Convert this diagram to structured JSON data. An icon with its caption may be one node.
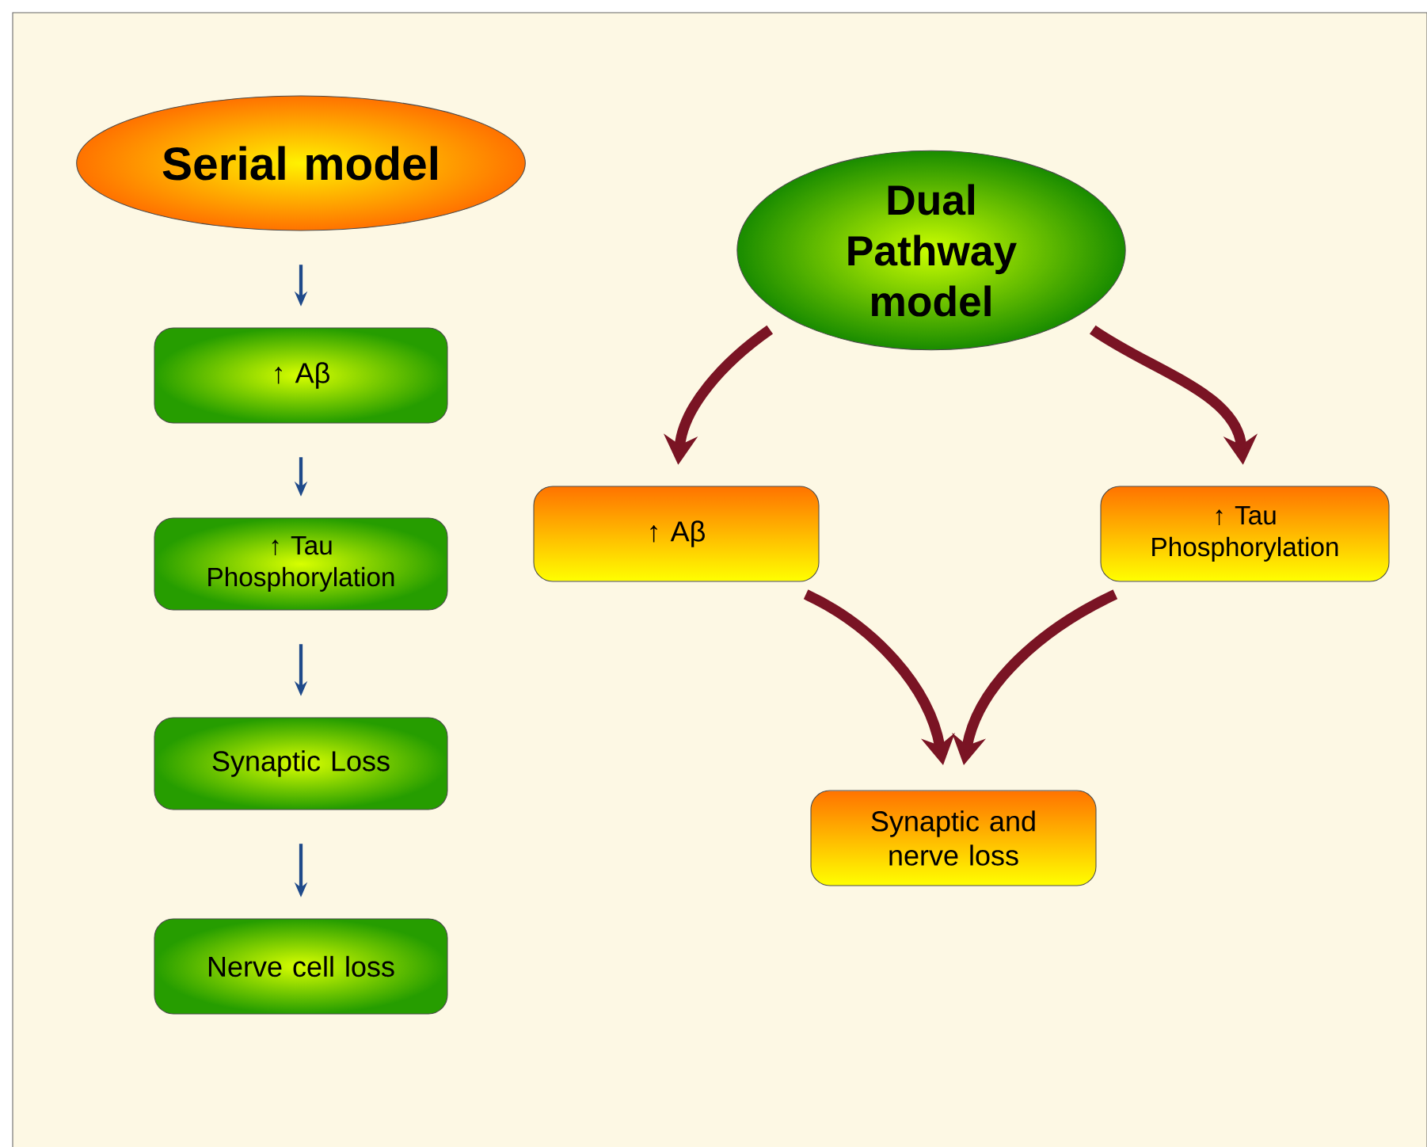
{
  "diagram": {
    "nodes": [
      {
        "text": [
          "Serial model"
        ]
      },
      {
        "text": [
          "↑ Aβ"
        ]
      },
      {
        "text": [
          "↑ Tau Phosphorylation"
        ]
      },
      {
        "text": [
          "Synaptic Loss"
        ]
      },
      {
        "text": [
          "Nerve cell loss"
        ]
      },
      {
        "text": [
          "Dual Pathway model"
        ]
      },
      {
        "text": [
          "↑ Aβ"
        ]
      },
      {
        "text": [
          "↑ Tau Phosphorylation"
        ]
      },
      {
        "text": [
          "Synaptic and nerve loss"
        ]
      }
    ],
    "edges": [
      {
        "from": 0,
        "to": 1,
        "arrow": "to",
        "color": "#1f4a8a"
      },
      {
        "from": 1,
        "to": 2,
        "arrow": "to",
        "color": "#1f4a8a"
      },
      {
        "from": 2,
        "to": 3,
        "arrow": "to",
        "color": "#1f4a8a"
      },
      {
        "from": 3,
        "to": 4,
        "arrow": "to",
        "color": "#1f4a8a"
      },
      {
        "from": 5,
        "to": 6,
        "arrow": "to",
        "style": "thick",
        "color": "#7a1424"
      },
      {
        "from": 5,
        "to": 7,
        "arrow": "to",
        "style": "thick",
        "color": "#7a1424"
      },
      {
        "from": 6,
        "to": 8,
        "arrow": "to",
        "style": "thick",
        "color": "#7a1424"
      },
      {
        "from": 7,
        "to": 8,
        "arrow": "to",
        "style": "thick",
        "color": "#7a1424"
      }
    ]
  }
}
